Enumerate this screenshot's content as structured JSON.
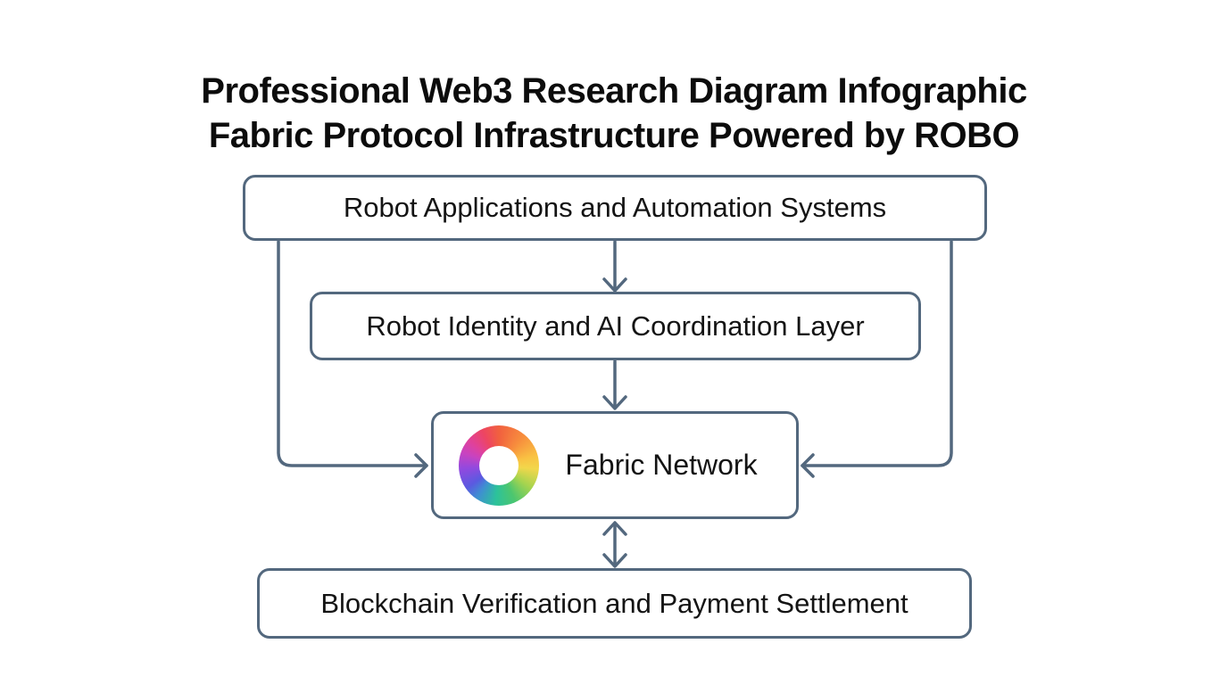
{
  "title": {
    "line1": "Professional Web3 Research Diagram Infographic",
    "line2": "Fabric Protocol Infrastructure Powered by ROBO"
  },
  "diagram": {
    "nodes": [
      {
        "id": "apps",
        "label": "Robot Applications and Automation Systems"
      },
      {
        "id": "identity",
        "label": "Robot Identity and AI Coordination Layer"
      },
      {
        "id": "fabric",
        "label": "Fabric Network",
        "icon": "fabric-ring-logo"
      },
      {
        "id": "blockchain",
        "label": "Blockchain Verification and Payment Settlement"
      }
    ],
    "edges": [
      {
        "from": "apps",
        "to": "identity",
        "style": "arrow-down"
      },
      {
        "from": "identity",
        "to": "fabric",
        "style": "arrow-down"
      },
      {
        "from": "apps",
        "to": "fabric",
        "style": "elbow-left-into-side"
      },
      {
        "from": "apps",
        "to": "fabric",
        "style": "elbow-right-into-side"
      },
      {
        "from": "fabric",
        "to": "blockchain",
        "style": "arrow-bidirectional"
      }
    ]
  },
  "colors": {
    "background": "#ffffff",
    "box_border": "#53687e",
    "arrow": "#53687e",
    "text": "#141414",
    "title_text": "#0c0c0c",
    "logo_ring": [
      "#f1603f",
      "#f9c243",
      "#4cc66f",
      "#2cc29b",
      "#5a5ae0",
      "#9149df",
      "#e0419b",
      "#ed4562"
    ]
  }
}
